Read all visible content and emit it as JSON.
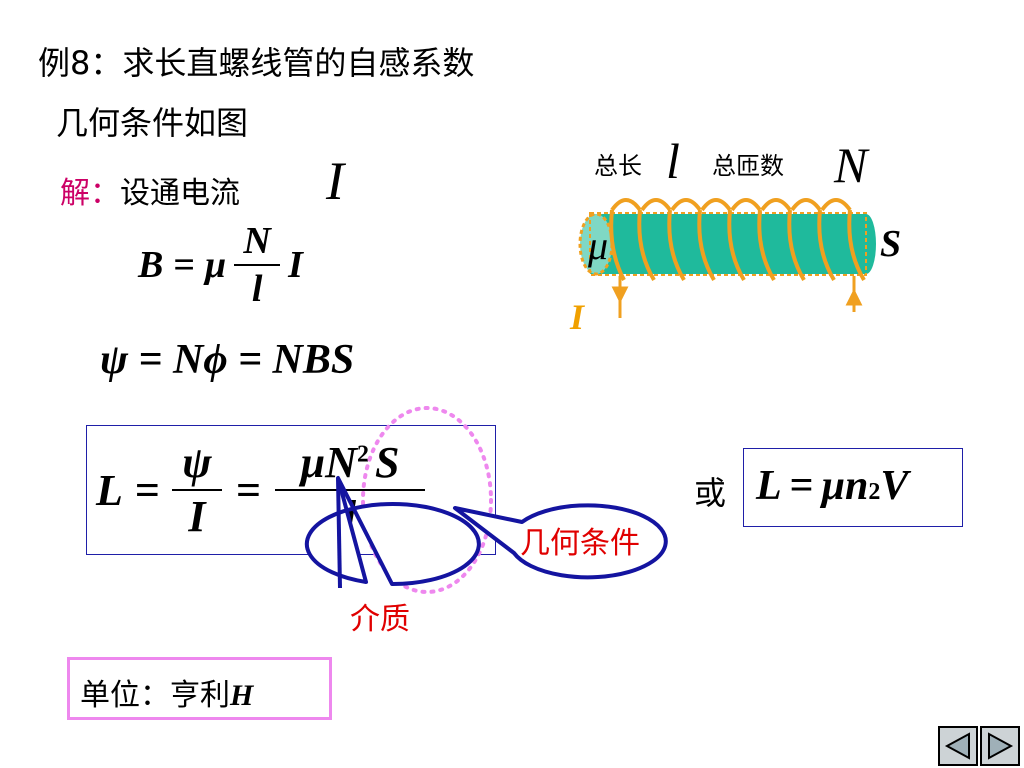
{
  "title": {
    "line1": "例8：求长直螺线管的自感系数",
    "line2": "几何条件如图"
  },
  "solution": {
    "label": "解：",
    "text": "设通电流",
    "current_symbol": "I"
  },
  "eq_B": {
    "lhs": "B",
    "eq": "=",
    "mu": "μ",
    "num": "N",
    "den": "l",
    "tail": "I"
  },
  "eq_psi": {
    "text": "ψ = Nϕ = NBS"
  },
  "eq_L": {
    "lhs": "L",
    "eq1": "=",
    "psi": "ψ",
    "I": "I",
    "eq2": "=",
    "num_mu": "μ",
    "num_N": "N",
    "num_exp": "2",
    "num_S": "S",
    "den": "l"
  },
  "or_label": "或",
  "eq_L2": {
    "lhs": "L",
    "eq": "=",
    "mu": "μ",
    "n": "n",
    "exp": "2",
    "V": "V"
  },
  "callouts": {
    "geometry": "几何条件",
    "medium": "介质"
  },
  "unit": {
    "label": "单位：亨利",
    "symbol": "H"
  },
  "diagram": {
    "total_length_label": "总长",
    "length_symbol": "l",
    "total_turns_label": "总匝数",
    "turns_symbol": "N",
    "mu_symbol": "μ",
    "area_symbol": "S",
    "current_symbol": "I"
  },
  "colors": {
    "accent_magenta": "#cc0066",
    "callout_red": "#e00000",
    "callout_border": "#1414a0",
    "coil_orange": "#f0a020",
    "core_teal": "#1fba9c",
    "current_orange": "#f0a000",
    "unit_box": "#ee88ee"
  },
  "nav": {
    "prev_icon": "prev-triangle-icon",
    "next_icon": "next-triangle-icon"
  }
}
